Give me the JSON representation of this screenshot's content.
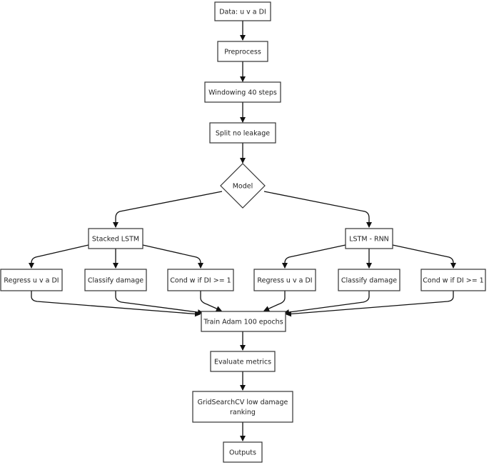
{
  "nodes": {
    "data": {
      "label": "Data: u v a DI",
      "fill": "#e1c6ec"
    },
    "preprocess": {
      "label": "Preprocess",
      "fill": "#ffffff"
    },
    "windowing": {
      "label": "Windowing 40 steps",
      "fill": "#ffffff"
    },
    "split": {
      "label": "Split no leakage",
      "fill": "#ffffff"
    },
    "model": {
      "label": "Model",
      "fill": "#ffffff"
    },
    "stacked": {
      "label": "Stacked LSTM",
      "fill": "#ffffff"
    },
    "lstmrnn": {
      "label": "LSTM - RNN",
      "fill": "#ffd200"
    },
    "regress1": {
      "label": "Regress u v a DI",
      "fill": "#ffffff"
    },
    "classify1": {
      "label": "Classify damage",
      "fill": "#ffffff"
    },
    "cond1": {
      "label": "Cond w if DI >= 1",
      "fill": "#ffffff"
    },
    "regress2": {
      "label": "Regress u v a DI",
      "fill": "#ffffff"
    },
    "classify2": {
      "label": "Classify damage",
      "fill": "#ffffff"
    },
    "cond2": {
      "label": "Cond w if DI >= 1",
      "fill": "#ffffff"
    },
    "train": {
      "label": "Train Adam 100 epochs",
      "fill": "#c8e6c9"
    },
    "evaluate": {
      "label": "Evaluate metrics",
      "fill": "#ffffff"
    },
    "gridsearch": {
      "label_line1": "GridSearchCV low damage",
      "label_line2": "ranking",
      "fill": "#ffffff"
    },
    "outputs": {
      "label": "Outputs",
      "fill": "#fff8c4"
    }
  }
}
